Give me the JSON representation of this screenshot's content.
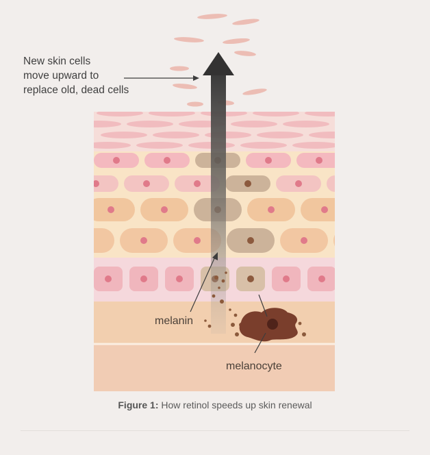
{
  "annotation": {
    "lines": [
      "New skin cells",
      "move upward to",
      "replace old, dead cells"
    ]
  },
  "labels": {
    "melanin": "melanin",
    "melanocyte": "melanocyte"
  },
  "caption": {
    "prefix": "Figure 1:",
    "text": "How retinol speeds up skin renewal"
  },
  "colors": {
    "background": "#f2eeec",
    "pink_cell": "#efb8bf",
    "peach_cell": "#f0c49d",
    "nucleus": "#e07a8a",
    "melanin": "#8b5a3c",
    "melanocyte": "#7a3e2c",
    "arrow": "#3d3c3b"
  }
}
